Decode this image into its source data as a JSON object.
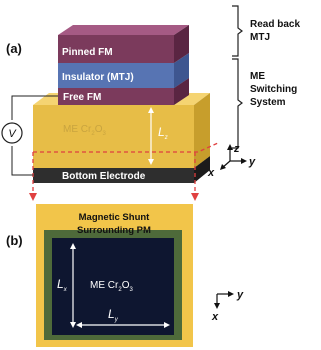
{
  "panel_a": {
    "label": "(a)",
    "layers": {
      "pinned": "Pinned FM",
      "insulator": "Insulator (MTJ)",
      "free": "Free FM",
      "me": "ME Cr",
      "me_sub": "2",
      "me_tail": "O",
      "me_sub2": "3",
      "bottom": "Bottom Electrode"
    },
    "dimension": {
      "symbol": "L",
      "sub": "z"
    },
    "voltage_symbol": "V",
    "brace_read": {
      "line1": "Read back",
      "line2": "MTJ"
    },
    "brace_me": {
      "line1": "ME",
      "line2": "Switching",
      "line3": "System"
    },
    "axes": {
      "z": "z",
      "y": "y",
      "x": "x"
    }
  },
  "panel_b": {
    "label": "(b)",
    "outer": {
      "line1": "Magnetic Shunt",
      "line2": "Surrounding PM"
    },
    "core": {
      "main": "ME Cr",
      "sub": "2",
      "tail": "O",
      "sub2": "3"
    },
    "lx": {
      "symbol": "L",
      "sub": "x"
    },
    "ly": {
      "symbol": "L",
      "sub": "y"
    },
    "axes": {
      "y": "y",
      "x": "x"
    }
  },
  "colors": {
    "pinned": "#7b3a5c",
    "insulator": "#5774b3",
    "free": "#7b3a5c",
    "me": "#e8c04a",
    "bottom": "#3a3a3a",
    "shunt": "#f2c54a",
    "pm": "#4e6a3a",
    "core": "#0e1630",
    "dashed": "#e04040"
  }
}
